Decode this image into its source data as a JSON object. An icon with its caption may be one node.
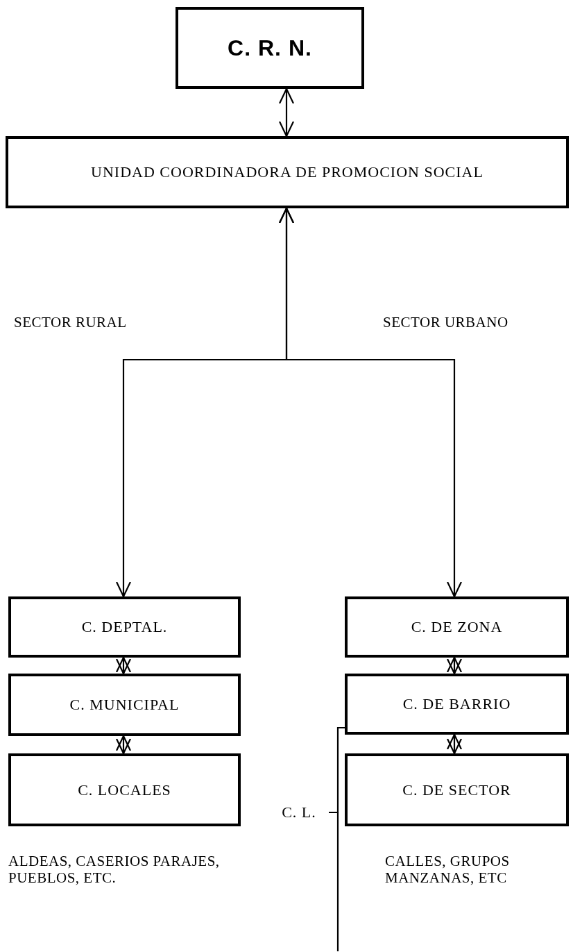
{
  "diagram": {
    "nodes": [
      {
        "text": [
          "C. R. N."
        ]
      },
      {
        "text": [
          "UNIDAD COORDINADORA DE PROMOCION SOCIAL"
        ]
      },
      {
        "text": [
          "C. DEPTAL."
        ]
      },
      {
        "text": [
          "C. MUNICIPAL"
        ]
      },
      {
        "text": [
          "C. LOCALES"
        ]
      },
      {
        "text": [
          "C. DE ZONA"
        ]
      },
      {
        "text": [
          "C. DE BARRIO"
        ]
      },
      {
        "text": [
          "C. DE SECTOR"
        ]
      },
      {
        "text": [
          "C. L."
        ]
      }
    ],
    "edges": [
      {
        "from": 0,
        "to": 1,
        "arrow": "both"
      },
      {
        "from": 1,
        "to": 2,
        "arrow": "both"
      },
      {
        "from": 1,
        "to": 5,
        "arrow": "both"
      },
      {
        "from": 2,
        "to": 3,
        "arrow": "both"
      },
      {
        "from": 3,
        "to": 4,
        "arrow": "both"
      },
      {
        "from": 5,
        "to": 6,
        "arrow": "both"
      },
      {
        "from": 6,
        "to": 7,
        "arrow": "both"
      },
      {
        "from": 8,
        "to": 6,
        "arrow": "none"
      }
    ],
    "labels": [
      "SECTOR RURAL",
      "SECTOR URBANO",
      "ALDEAS, CASERIOS PARAJES, PUEBLOS, ETC.",
      "CALLES, GRUPOS MANZANAS, ETC"
    ]
  }
}
